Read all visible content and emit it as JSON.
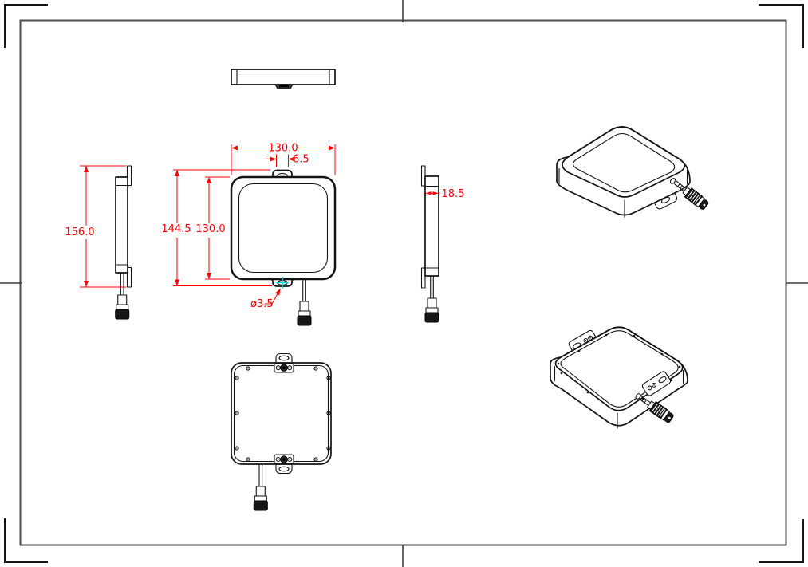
{
  "dims": {
    "front_width": "130.0",
    "tab_slot_width": "6.5",
    "overall_height": "144.5",
    "panel_height": "130.0",
    "mount_hole_diameter": "ø3.5",
    "side_overall_height": "156.0",
    "panel_thickness": "18.5"
  },
  "colors": {
    "dimension": "#ff0000",
    "center_mark": "#00dcdc",
    "object_line": "#141414",
    "frame_line": "#4d4d4d",
    "connector": "#161616",
    "background": "#ffffff"
  }
}
